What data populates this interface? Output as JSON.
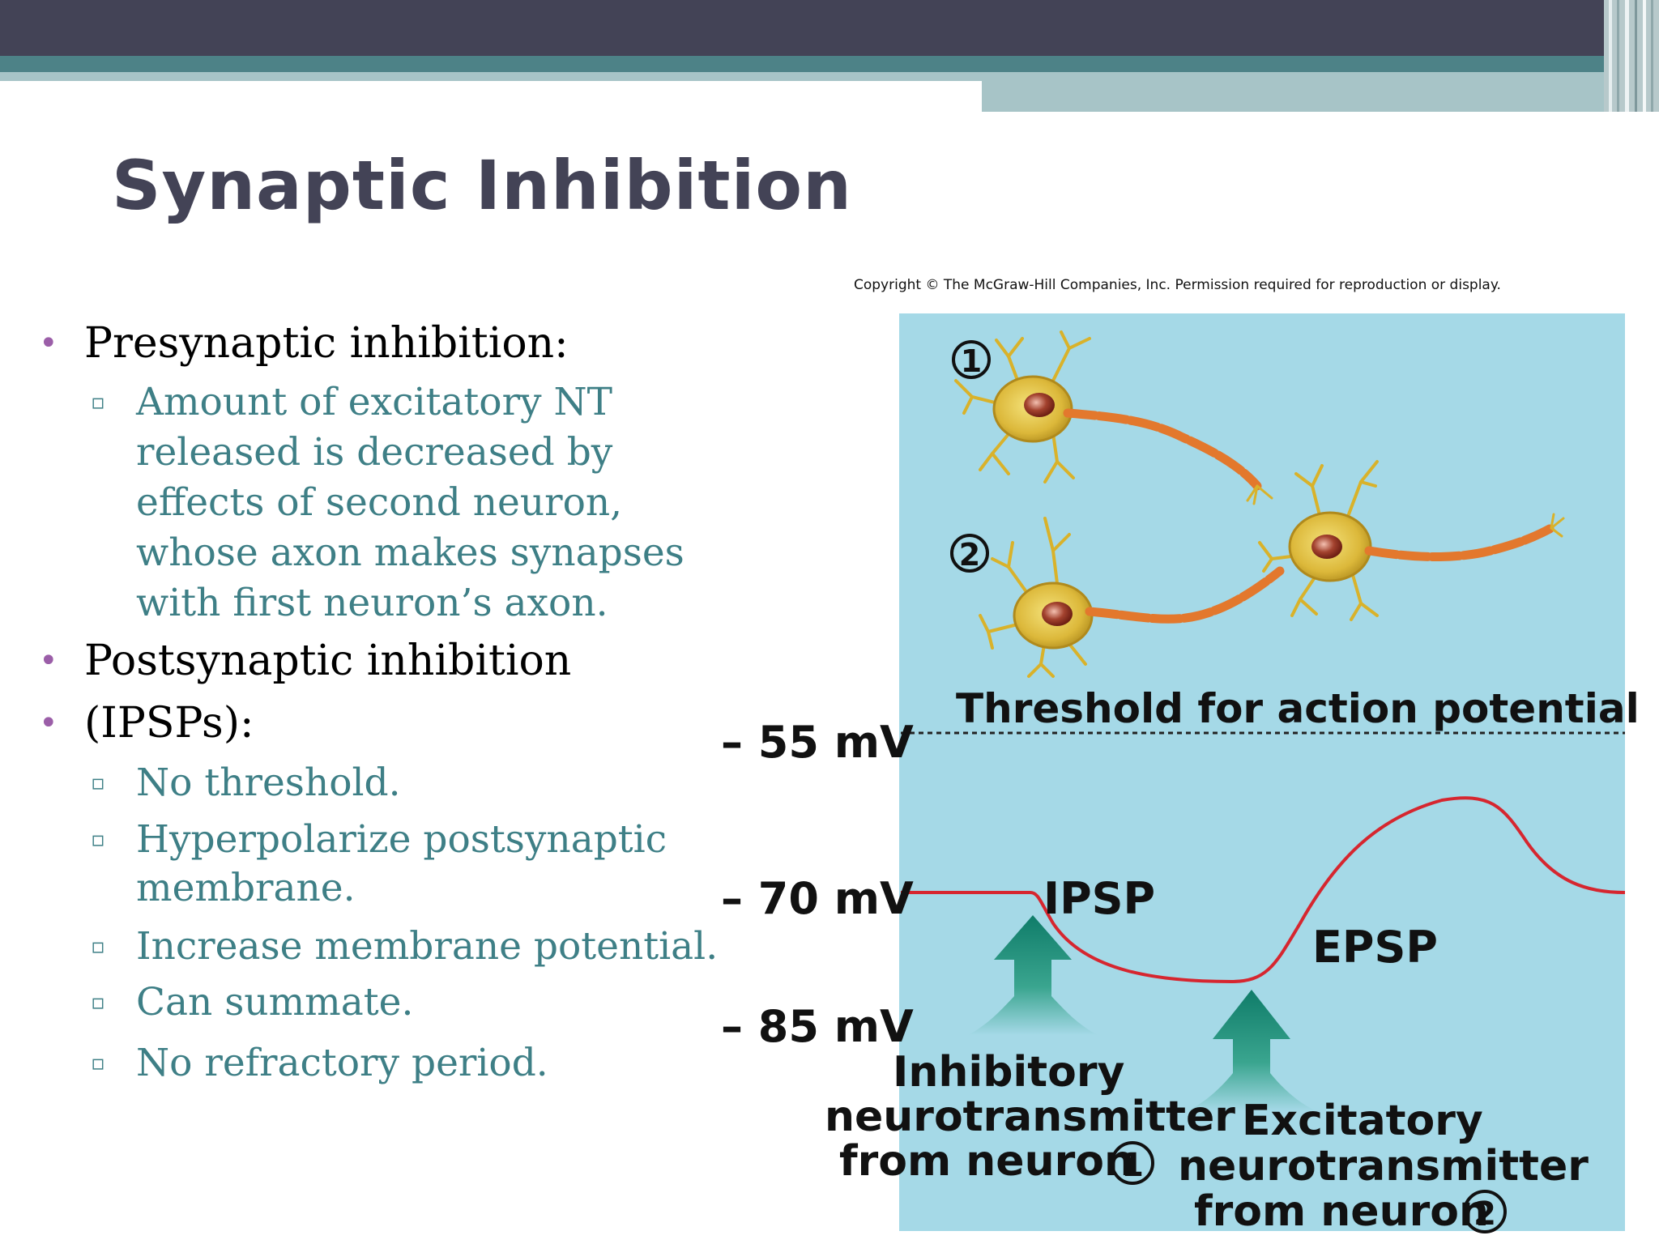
{
  "slide": {
    "title": "Synaptic Inhibition",
    "colors": {
      "header_dark": "#434356",
      "header_teal": "#4d8287",
      "header_light": "#a7c4c7",
      "bullet": "#9b5ea8",
      "sub_text": "#3e7f86",
      "panel": "#a5d9e7"
    }
  },
  "bullets": [
    {
      "text": "Presynaptic inhibition:"
    },
    {
      "text": "Postsynaptic inhibition"
    },
    {
      "text": "(IPSPs):"
    }
  ],
  "pre_sub": {
    "l1": "Amount of excitatory NT",
    "l2": "released is decreased by",
    "l3": "effects of second neuron,",
    "l4": "whose axon makes synapses",
    "l5": "with first neuron’s axon."
  },
  "post_sub": {
    "s1": "No threshold.",
    "s2a": "Hyperpolarize postsynaptic",
    "s2b": "membrane.",
    "s3": "Increase membrane potential.",
    "s4": "Can summate.",
    "s5": "No refractory period."
  },
  "diagram": {
    "copyright": "Copyright © The McGraw-Hill Companies, Inc. Permission required for reproduction or display.",
    "neuron1_number": "1",
    "neuron2_number": "2",
    "threshold_label": "Threshold for action potential",
    "ticks": [
      "– 55 mV",
      "– 70 mV",
      "– 85 mV"
    ],
    "ipsp_label": "IPSP",
    "epsp_label": "EPSP",
    "inhib_l1": "Inhibitory",
    "inhib_l2": "neurotransmitter",
    "inhib_l3": "from neuron",
    "excit_l1": "Excitatory",
    "excit_l2": "neurotransmitter",
    "excit_l3": "from neuron",
    "trace_color": "#d6262f",
    "arrow_color": "#12806e"
  }
}
